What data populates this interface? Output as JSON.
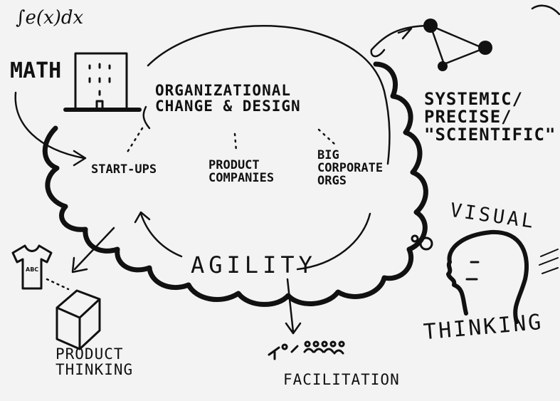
{
  "labels": {
    "integral": "∫e(x)dx",
    "math": "MATH",
    "org_change": "ORGANIZATIONAL\nCHANGE & DESIGN",
    "startups": "START-UPS",
    "product_companies": "PRODUCT\nCOMPANIES",
    "big_corporate": "BIG\nCORPORATE\nORGS",
    "agility": "AGILITY",
    "systemic": "SYSTEMIC/\nPRECISE/\n\"SCIENTIFIC\"",
    "visual": "VISUAL",
    "thinking_visual": "THINKING",
    "product_thinking": "PRODUCT\nTHINKING",
    "facilitation": "FACILITATION",
    "tee_text": "ABC"
  },
  "icons": [
    "building-icon",
    "network-graph-icon",
    "head-profile-icon",
    "t-shirt-icon",
    "cube-box-icon",
    "people-group-icon"
  ],
  "colors": {
    "ink": "#111111",
    "paper": "#f3f3f3"
  }
}
